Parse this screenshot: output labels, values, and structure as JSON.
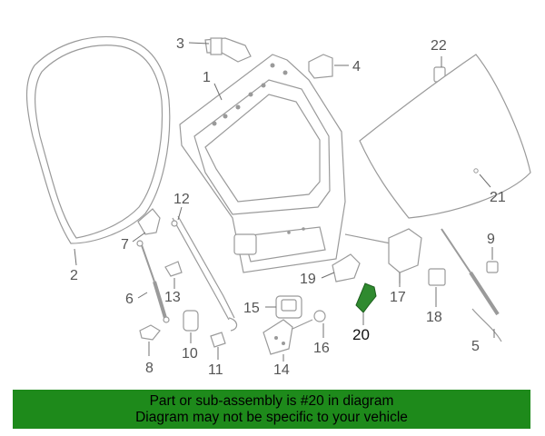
{
  "diagram": {
    "callouts": {
      "p1": "1",
      "p2": "2",
      "p3": "3",
      "p4": "4",
      "p5": "5",
      "p6": "6",
      "p7": "7",
      "p8": "8",
      "p9": "9",
      "p10": "10",
      "p11": "11",
      "p12": "12",
      "p13": "13",
      "p14": "14",
      "p15": "15",
      "p16": "16",
      "p17": "17",
      "p18": "18",
      "p19": "19",
      "p20": "20",
      "p21": "21",
      "p22": "22"
    },
    "highlighted_part": "20",
    "highlight_color": "#2f8a2f"
  },
  "banner": {
    "line1": "Part or sub-assembly is #20 in diagram",
    "line2": "Diagram may not be specific to your vehicle",
    "background": "#1e8a1b"
  }
}
